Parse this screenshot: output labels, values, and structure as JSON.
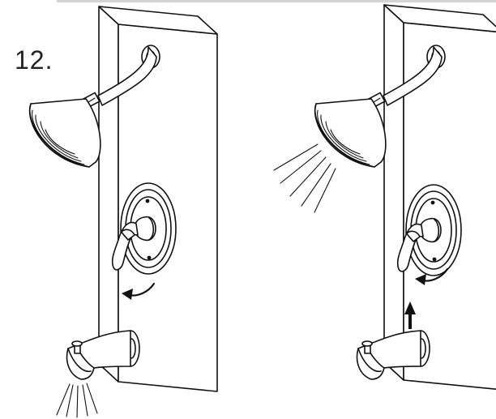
{
  "step": {
    "number": "12."
  },
  "colors": {
    "line": "#111111",
    "background": "#ffffff",
    "top_rule": "#d4d4d4"
  },
  "panels": [
    {
      "name": "before",
      "water_flow": "tub-spout",
      "valve_rotation": "clockwise"
    },
    {
      "name": "after",
      "water_flow": "shower-head",
      "diverter": "pulled-up"
    }
  ]
}
